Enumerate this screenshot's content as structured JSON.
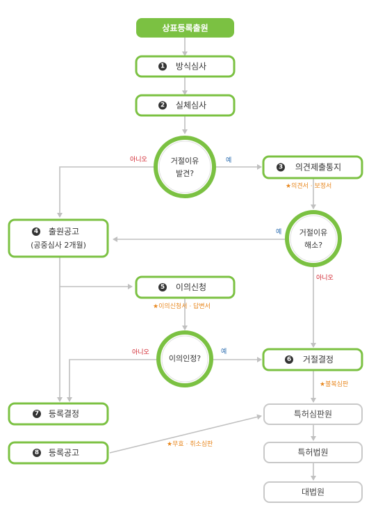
{
  "start": "상표등록출원",
  "steps": {
    "s1": {
      "num": "1",
      "label": "방식심사"
    },
    "s2": {
      "num": "2",
      "label": "실체심사"
    },
    "s3": {
      "num": "3",
      "label": "의견제출통지"
    },
    "s4": {
      "num": "4",
      "label": "출원공고",
      "sub": "(공중심사 2개월)"
    },
    "s5": {
      "num": "5",
      "label": "이의신청"
    },
    "s6": {
      "num": "6",
      "label": "거절결정"
    },
    "s7": {
      "num": "7",
      "label": "등록결정"
    },
    "s8": {
      "num": "8",
      "label": "등록공고"
    }
  },
  "decisions": {
    "d1": {
      "line1": "거절이유",
      "line2": "발견?"
    },
    "d2": {
      "line1": "거절이유",
      "line2": "해소?"
    },
    "d3": {
      "line1": "이의인정?"
    }
  },
  "appeals": {
    "a1": "특허심판원",
    "a2": "특허법원",
    "a3": "대법원"
  },
  "labels": {
    "yes": "예",
    "no": "아니오"
  },
  "notes": {
    "n1": "★의견서 · 보정서",
    "n2": "★이의신청서 · 답변서",
    "n3": "★불복심판",
    "n4": "★무효 · 취소심판"
  },
  "colors": {
    "green": "#7bc142",
    "green_border": "#6db33f",
    "gray_border": "#c8c8c8",
    "line": "#c0c0c0",
    "yes": "#2b6cb0",
    "no": "#d0202a",
    "note": "#e8871e"
  }
}
